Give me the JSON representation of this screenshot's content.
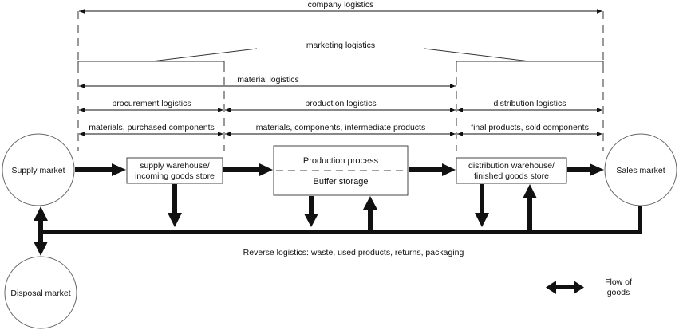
{
  "diagram": {
    "company_logistics": "company logistics",
    "marketing_logistics": "marketing logistics",
    "material_logistics": "material logistics",
    "procurement_logistics": "procurement logistics",
    "production_logistics": "production logistics",
    "distribution_logistics": "distribution logistics",
    "procurement_goods": "materials, purchased components",
    "production_goods": "materials, components, intermediate products",
    "distribution_goods": "final products, sold components",
    "supply_market": "Supply market",
    "sales_market": "Sales market",
    "disposal_market": "Disposal market",
    "supply_warehouse_line1": "supply warehouse/",
    "supply_warehouse_line2": "incoming goods store",
    "production_process": "Production process",
    "buffer_storage": "Buffer storage",
    "distribution_warehouse_line1": "distribution warehouse/",
    "distribution_warehouse_line2": "finished goods store",
    "reverse_logistics": "Reverse logistics: waste, used products, returns, packaging",
    "legend_line1": "Flow of",
    "legend_line2": "goods"
  }
}
